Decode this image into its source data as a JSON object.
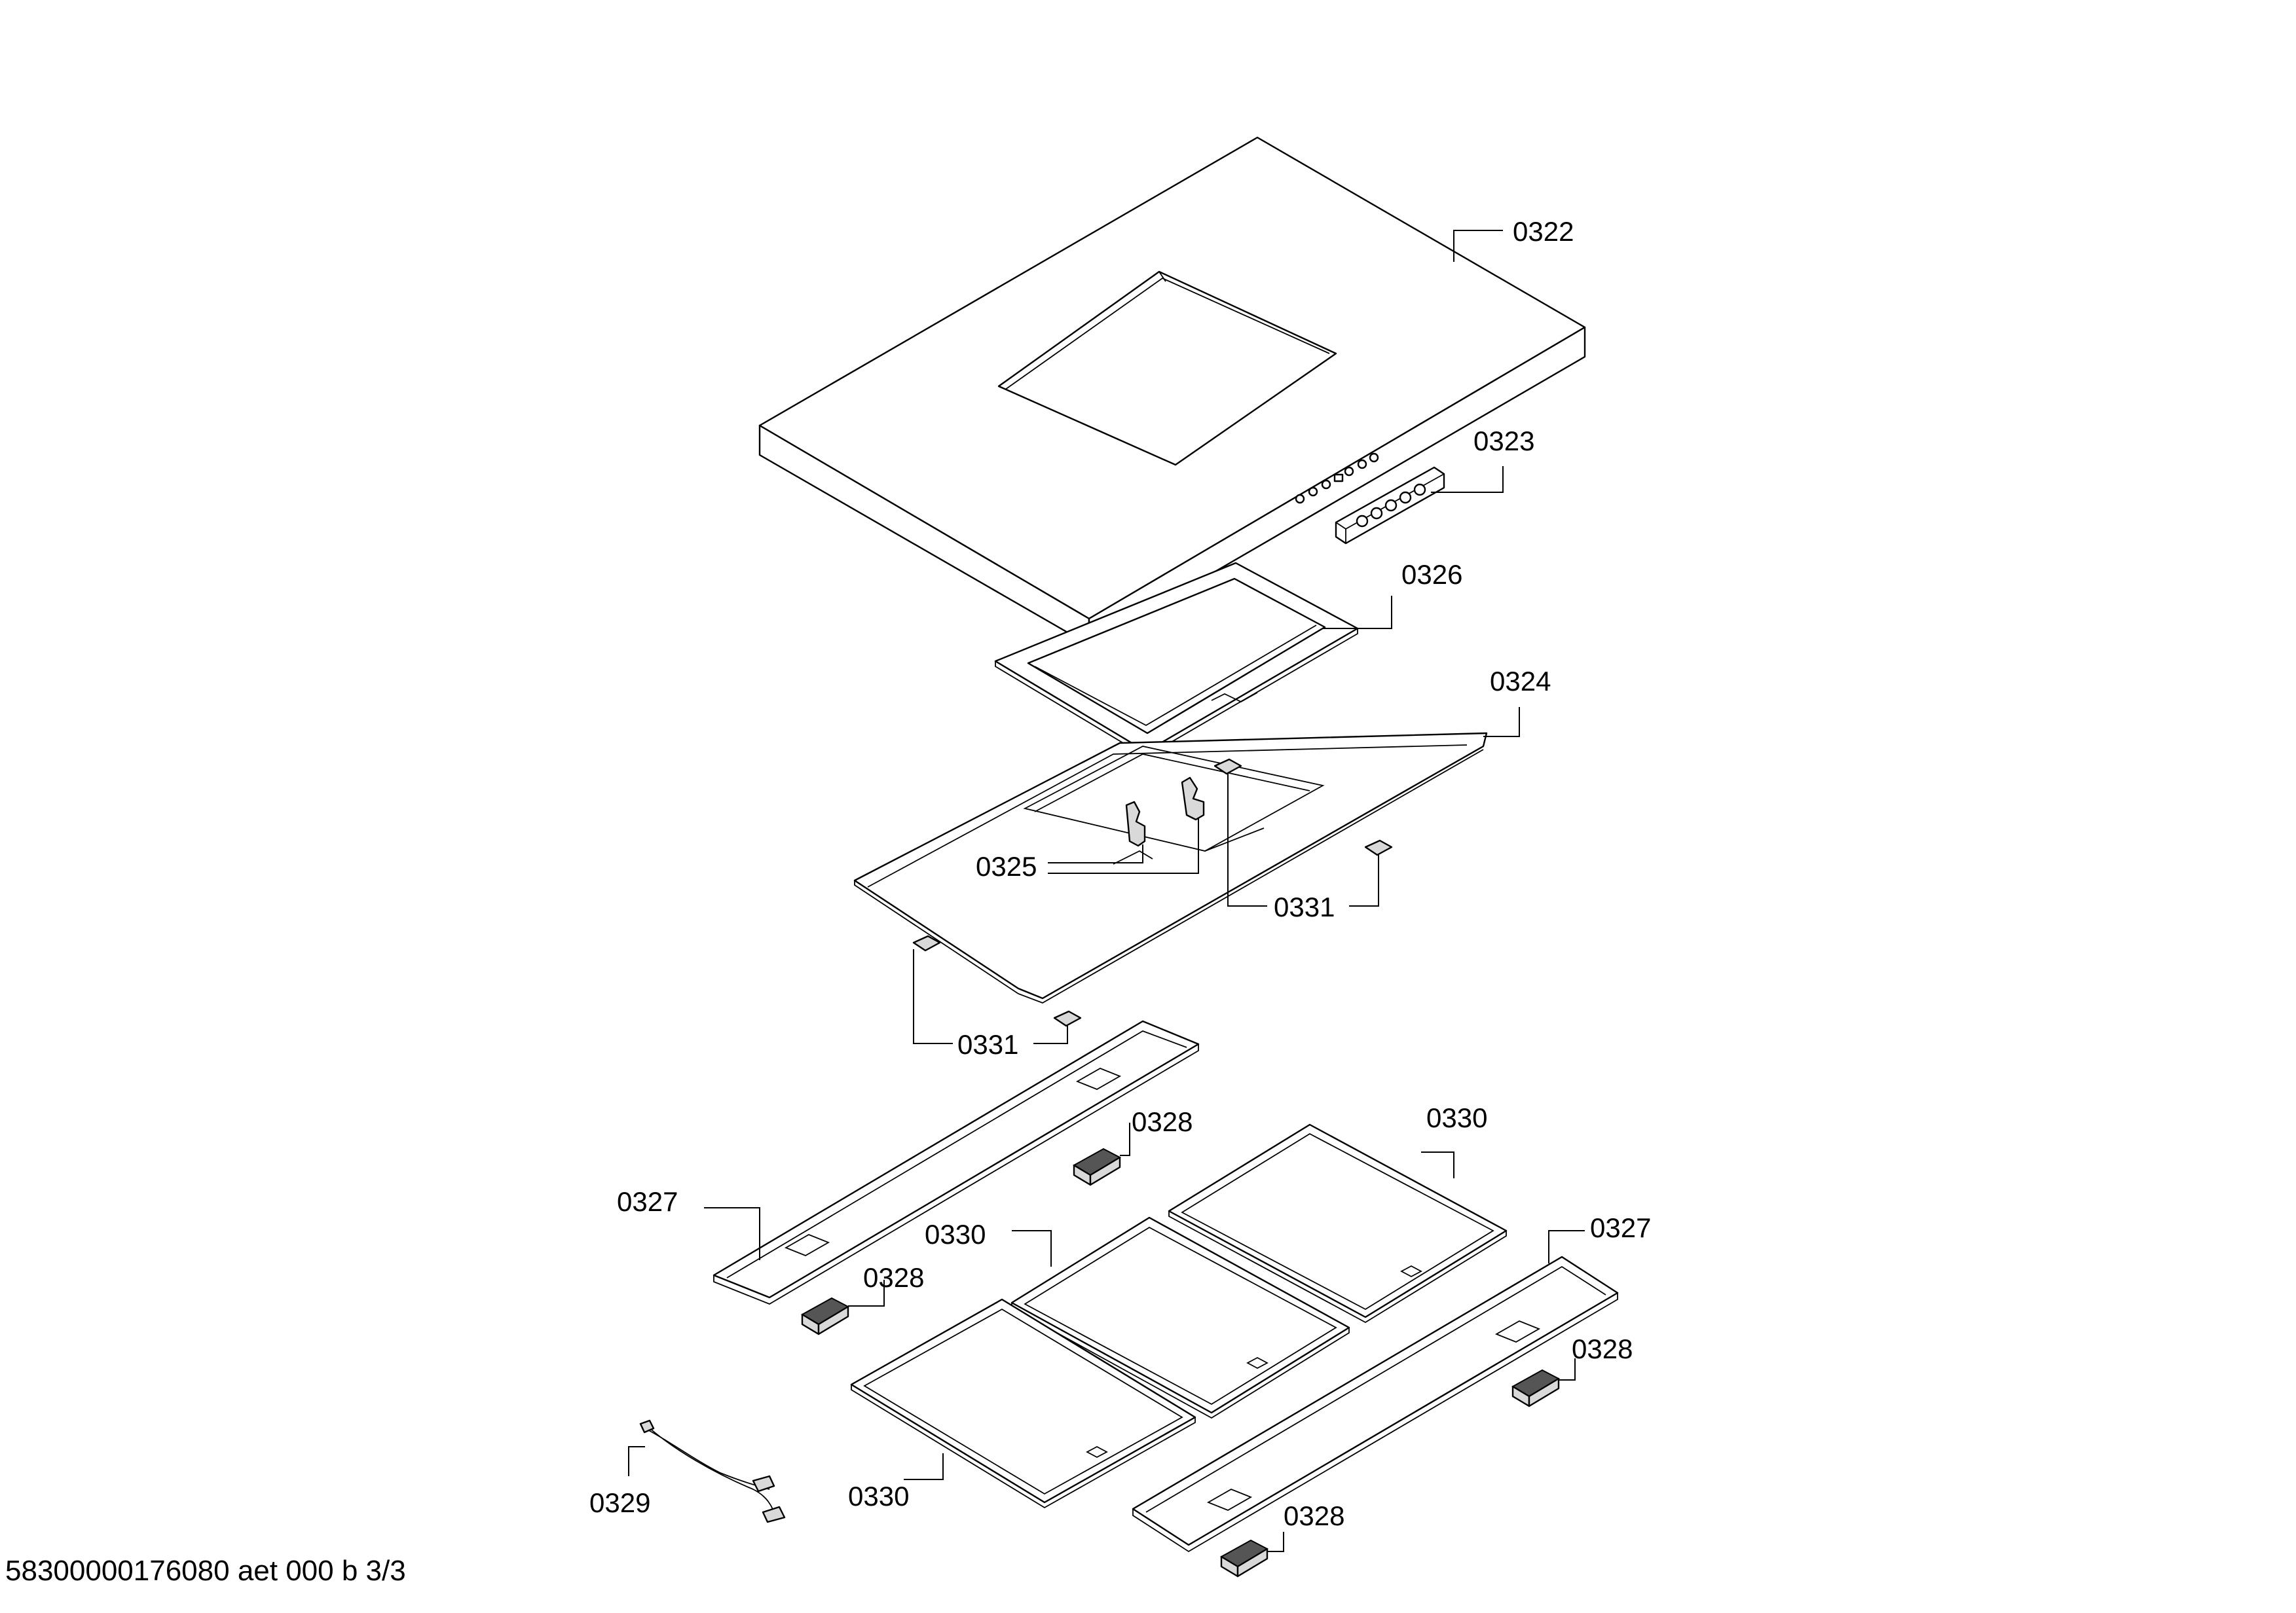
{
  "diagram": {
    "labels": {
      "l0322": "0322",
      "l0323": "0323",
      "l0326": "0326",
      "l0324": "0324",
      "l0325": "0325",
      "l0331a": "0331",
      "l0331b": "0331",
      "l0328a": "0328",
      "l0330a": "0330",
      "l0327a": "0327",
      "l0330b": "0330",
      "l0328b": "0328",
      "l0327b": "0327",
      "l0328c": "0328",
      "l0329": "0329",
      "l0330c": "0330",
      "l0328d": "0328"
    },
    "footer": "58300000176080 aet 000 b 3/3"
  }
}
